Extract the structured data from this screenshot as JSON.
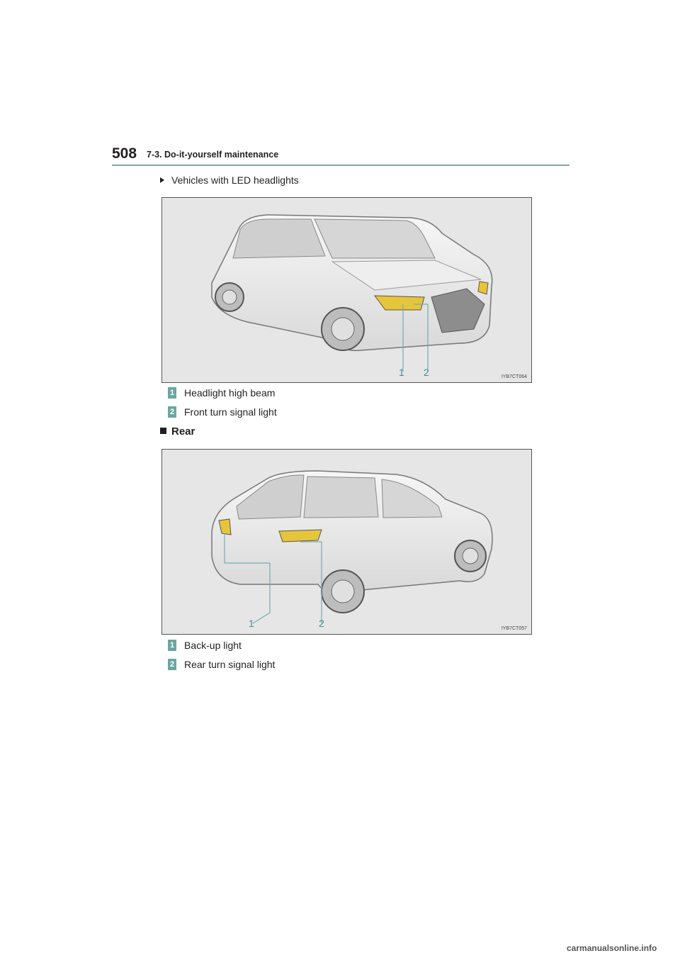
{
  "header": {
    "page_number": "508",
    "section": "7-3. Do-it-yourself maintenance"
  },
  "front": {
    "variant_label": "Vehicles with LED headlights",
    "figure_code": "IYB7CT064",
    "callouts": [
      "1",
      "2"
    ],
    "legend": [
      {
        "num": "1",
        "text": "Headlight high beam"
      },
      {
        "num": "2",
        "text": "Front turn signal light"
      }
    ]
  },
  "rear": {
    "heading": "Rear",
    "figure_code": "IYB7CT057",
    "callouts": [
      "1",
      "2"
    ],
    "legend": [
      {
        "num": "1",
        "text": "Back-up light"
      },
      {
        "num": "2",
        "text": "Rear turn signal light"
      }
    ]
  },
  "watermark": "carmanualsonline.info",
  "colors": {
    "rule": "#7fa7a3",
    "badge": "#6aa7a0",
    "lamp": "#e7c53a"
  }
}
